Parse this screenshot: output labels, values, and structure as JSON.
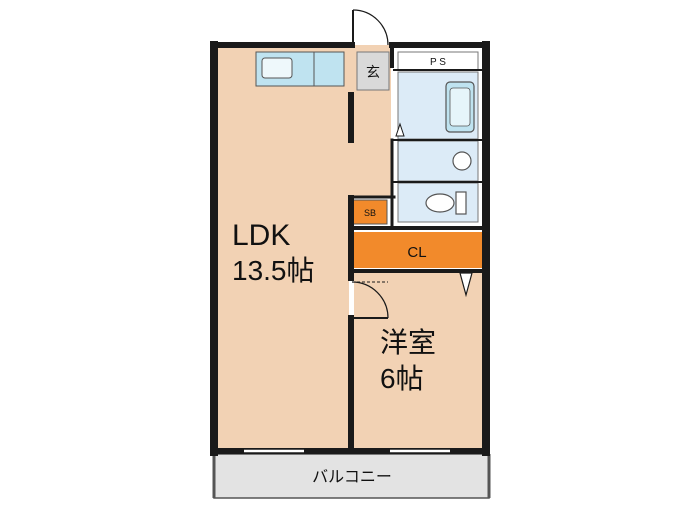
{
  "rooms": {
    "ldk": {
      "name": "LDK",
      "size": "13.5帖",
      "color": "#f2d2b4"
    },
    "western": {
      "name": "洋室",
      "size": "6帖",
      "color": "#f2d2b4"
    },
    "closet": {
      "name": "CL",
      "color": "#f28a2b"
    },
    "shoe_box": {
      "name": "SB",
      "color": "#f28a2b"
    },
    "entrance": {
      "name": "玄",
      "color": "#d9d9d9"
    },
    "pipe_space": {
      "name": "P S"
    },
    "balcony": {
      "name": "バルコニー",
      "color": "#e3e3e3"
    }
  },
  "wet_area_color": "#dcebf7",
  "fixture_color": "#bfe3f0",
  "wall_color": "#1a1a1a"
}
